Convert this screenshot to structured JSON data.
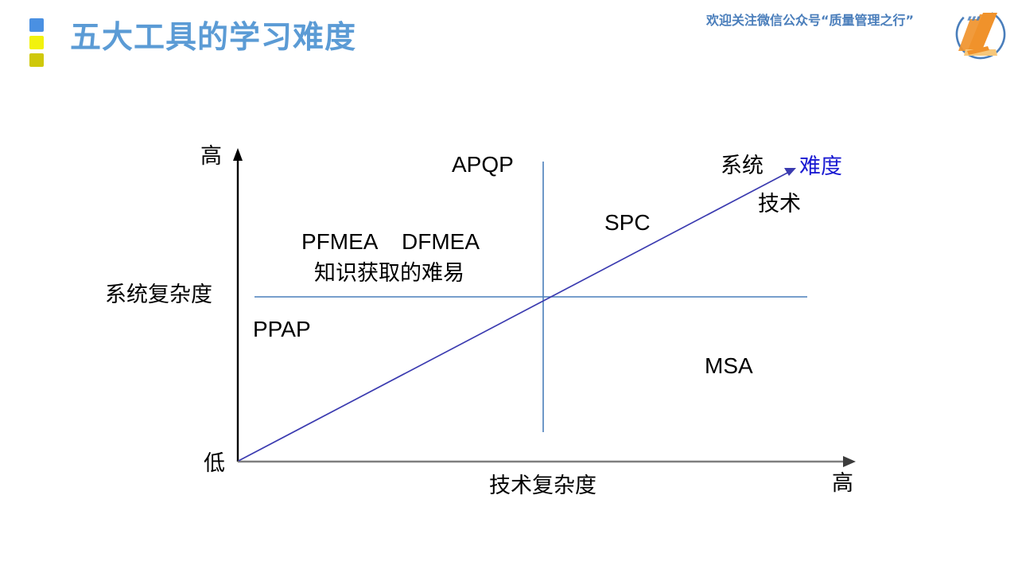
{
  "header": {
    "title": "五大工具的学习难度",
    "title_color": "#5b9bd5",
    "wechat_note": "欢迎关注微信公众号“质量管理之行”",
    "wechat_note_color": "#4a7ebb",
    "bullets": [
      {
        "name": "bullet-blue",
        "color": "#4a90e2"
      },
      {
        "name": "bullet-yellow",
        "color": "#f2f20d"
      },
      {
        "name": "bullet-olive",
        "color": "#cfc80a"
      }
    ],
    "logo": {
      "name": "quality-management-logo",
      "ring_color": "#4a7ebb",
      "mark_color": "#f0922b",
      "accent_color": "#f7c77a"
    }
  },
  "chart_data": {
    "type": "scatter",
    "title": "五大工具的学习难度",
    "xlabel": "技术复杂度",
    "ylabel": "系统复杂度",
    "x_axis_low_label": "低",
    "x_axis_high_label": "高",
    "y_axis_low_label": "低",
    "y_axis_high_label": "高",
    "grid": false,
    "legend": "none",
    "quadrant_divider_color": "#4a7ebb",
    "trend_line": {
      "label": "难度",
      "label_color": "#1a1ad2",
      "color": "#3b3bb0",
      "from": [
        0,
        0
      ],
      "to": [
        1,
        1
      ],
      "description": "对角趋势箭头：技术复杂度与系统复杂度同时升高，难度随之升高"
    },
    "annotations": [
      {
        "label": "知识获取的难易",
        "x": 0.13,
        "y": 0.7
      },
      {
        "label": "系统",
        "x": 0.79,
        "y": 0.98
      },
      {
        "label": "技术",
        "x": 0.85,
        "y": 0.87
      }
    ],
    "points": [
      {
        "label": "APQP",
        "x": 0.35,
        "y": 0.96,
        "quadrant": "high-system-low-tech"
      },
      {
        "label": "PFMEA",
        "x": 0.1,
        "y": 0.73,
        "quadrant": "high-system-low-tech"
      },
      {
        "label": "DFMEA",
        "x": 0.27,
        "y": 0.73,
        "quadrant": "high-system-low-tech"
      },
      {
        "label": "SPC",
        "x": 0.6,
        "y": 0.8,
        "quadrant": "high-system-high-tech"
      },
      {
        "label": "PPAP",
        "x": 0.03,
        "y": 0.46,
        "quadrant": "low-system-low-tech"
      },
      {
        "label": "MSA",
        "x": 0.76,
        "y": 0.34,
        "quadrant": "low-system-high-tech"
      }
    ]
  },
  "chart": {
    "axis": {
      "y_high": "高",
      "y_low": "低",
      "x_high": "高",
      "y_name": "系统复杂度",
      "x_name": "技术复杂度"
    },
    "tools": {
      "apqp": "APQP",
      "pfmea": "PFMEA",
      "dfmea": "DFMEA",
      "spc": "SPC",
      "ppap": "PPAP",
      "msa": "MSA"
    },
    "notes": {
      "knowledge": "知识获取的难易",
      "system": "系统",
      "tech": "技术",
      "difficulty": "难度"
    }
  }
}
